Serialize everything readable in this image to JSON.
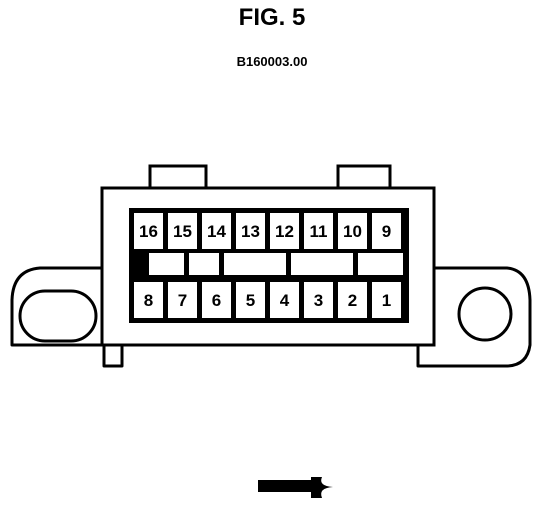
{
  "figure": {
    "title": "FIG. 5",
    "code": "B160003.00"
  },
  "connector": {
    "top_row_pins": [
      "16",
      "15",
      "14",
      "13",
      "12",
      "11",
      "10",
      "9"
    ],
    "bottom_row_pins": [
      "8",
      "7",
      "6",
      "5",
      "4",
      "3",
      "2",
      "1"
    ]
  },
  "colors": {
    "line": "#000000",
    "background": "#ffffff"
  }
}
